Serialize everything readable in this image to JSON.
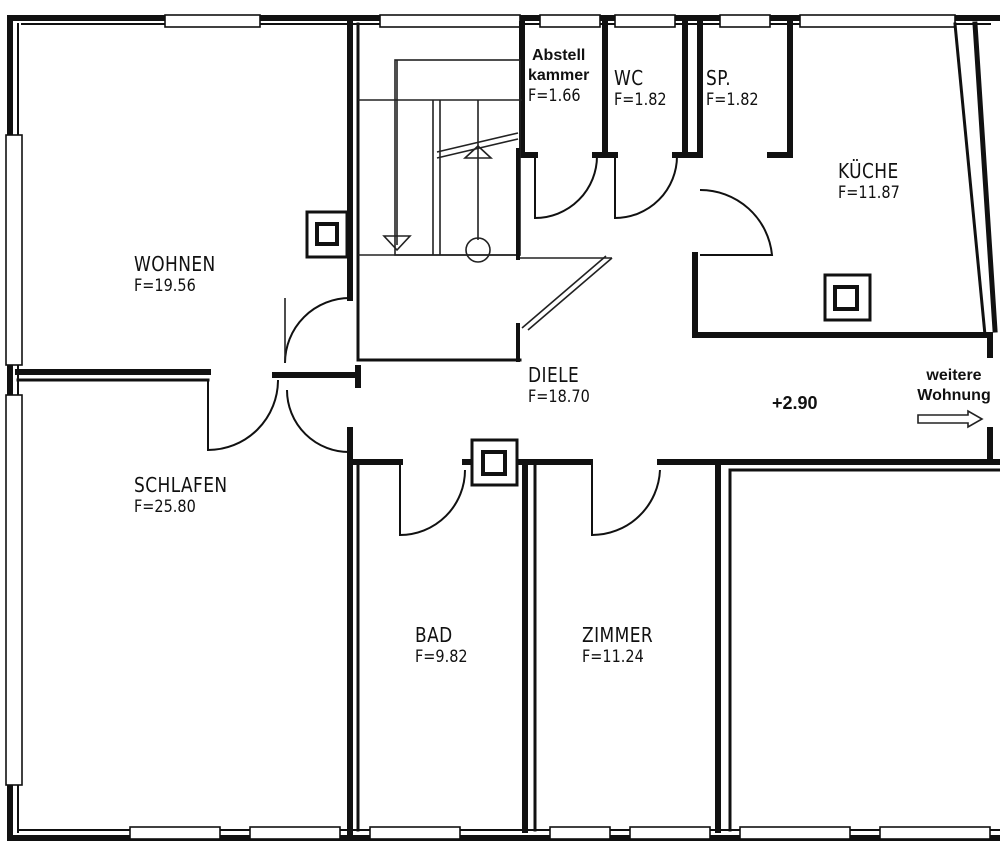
{
  "rooms": {
    "wohnen": {
      "name": "WOHNEN",
      "area": "F=19.56"
    },
    "schlafen": {
      "name": "SCHLAFEN",
      "area": "F=25.80"
    },
    "abstell": {
      "name_line1": "Abstell",
      "name_line2": "kammer",
      "area": "F=1.66"
    },
    "wc": {
      "name": "WC",
      "area": "F=1.82"
    },
    "sp": {
      "name": "SP.",
      "area": "F=1.82"
    },
    "kueche": {
      "name": "KÜCHE",
      "area": "F=11.87"
    },
    "diele": {
      "name": "DIELE",
      "area": "F=18.70"
    },
    "bad": {
      "name": "BAD",
      "area": "F=9.82"
    },
    "zimmer": {
      "name": "ZIMMER",
      "area": "F=11.24"
    }
  },
  "level_marker": "+2.90",
  "exit": {
    "line1": "weitere",
    "line2": "Wohnung"
  }
}
